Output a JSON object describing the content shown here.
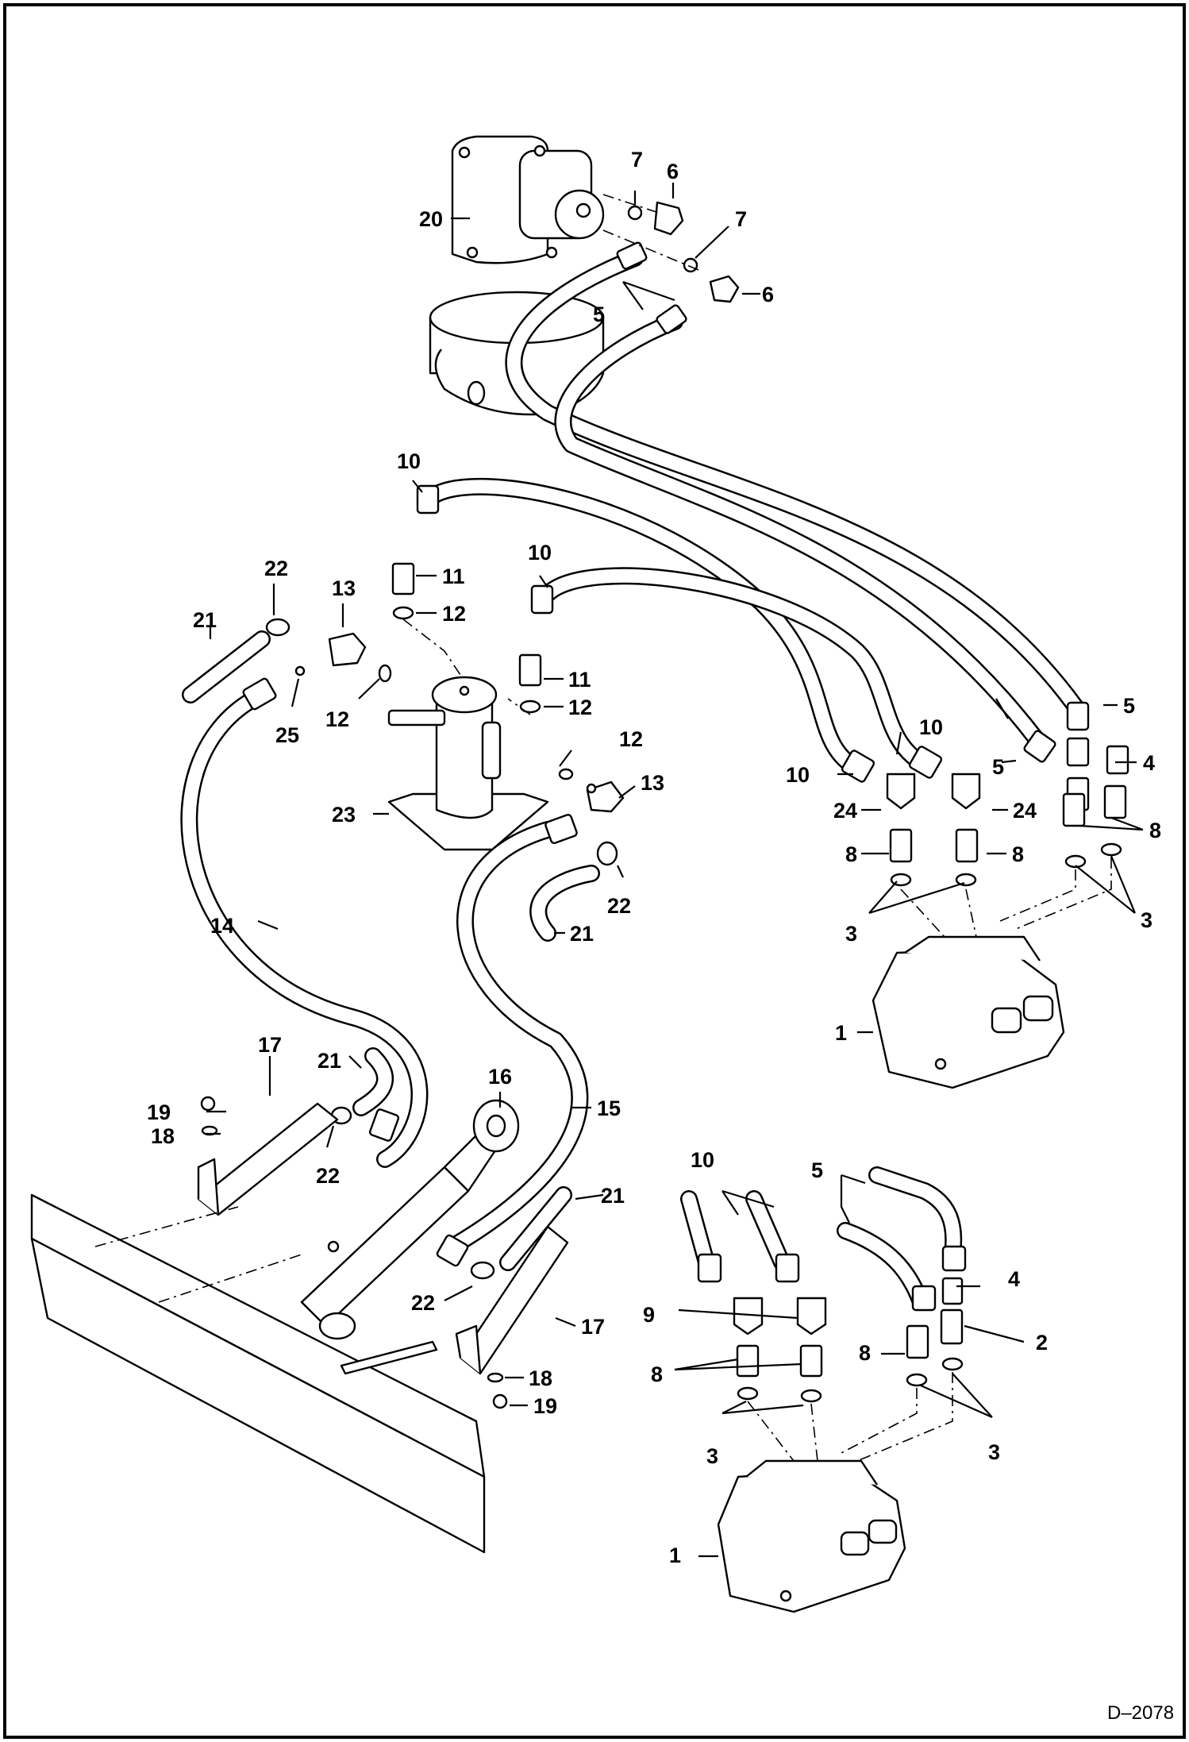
{
  "diagram": {
    "document_id": "D–2078",
    "callouts": {
      "c1a": "1",
      "c1b": "1",
      "c2": "2",
      "c3a": "3",
      "c3b": "3",
      "c3c": "3",
      "c3d": "3",
      "c4a": "4",
      "c4b": "4",
      "c5a": "5",
      "c5b": "5",
      "c5c": "5",
      "c5d": "5",
      "c6a": "6",
      "c6b": "6",
      "c7a": "7",
      "c7b": "7",
      "c8a": "8",
      "c8b": "8",
      "c8c": "8",
      "c8d": "8",
      "c8e": "8",
      "c9": "9",
      "c10a": "10",
      "c10b": "10",
      "c10c": "10",
      "c10d": "10",
      "c10e": "10",
      "c11a": "11",
      "c11b": "11",
      "c12a": "12",
      "c12b": "12",
      "c12c": "12",
      "c12d": "12",
      "c13a": "13",
      "c13b": "13",
      "c14": "14",
      "c15": "15",
      "c16": "16",
      "c17a": "17",
      "c17b": "17",
      "c18a": "18",
      "c18b": "18",
      "c19a": "19",
      "c19b": "19",
      "c20": "20",
      "c21a": "21",
      "c21b": "21",
      "c21c": "21",
      "c21d": "21",
      "c22a": "22",
      "c22b": "22",
      "c22c": "22",
      "c22d": "22",
      "c23": "23",
      "c24a": "24",
      "c24b": "24",
      "c25": "25"
    }
  }
}
